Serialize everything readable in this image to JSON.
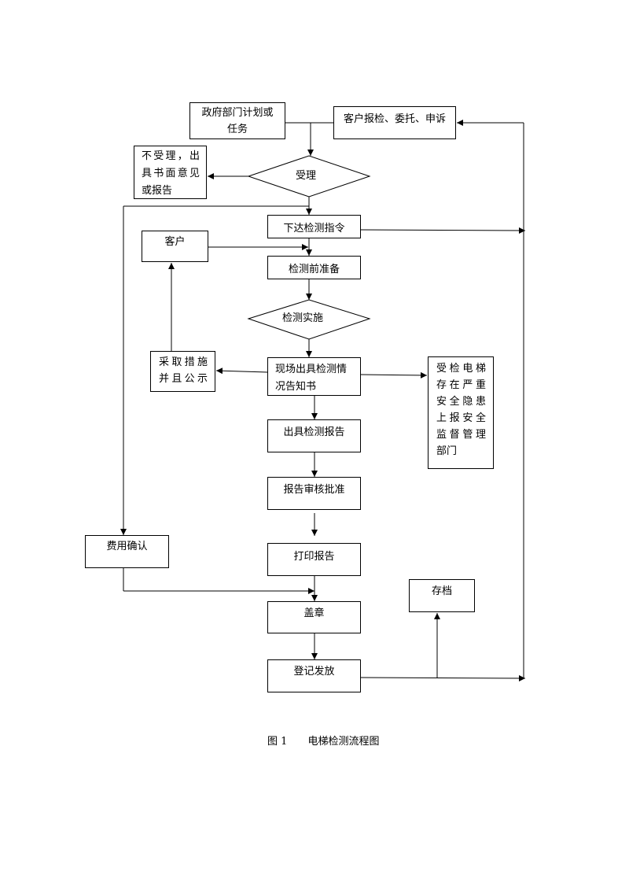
{
  "nodes": {
    "gov_plan": {
      "lines": [
        "政府部门计划或",
        "任务"
      ]
    },
    "customer_request": {
      "label": "客户报检、委托、申诉"
    },
    "reject": {
      "lines": [
        "不受理，出",
        "具书面意见",
        "或报告"
      ]
    },
    "accept": {
      "label": "受理"
    },
    "issue_order": {
      "label": "下达检测指令"
    },
    "customer": {
      "label": "客户"
    },
    "prep": {
      "label": "检测前准备"
    },
    "implement": {
      "label": "检测实施"
    },
    "measures": {
      "lines": [
        "采取措施",
        "并且公示"
      ]
    },
    "onsite_notice": {
      "lines": [
        "现场出具检测情",
        "况告知书"
      ]
    },
    "report_authority": {
      "lines": [
        "受检电梯",
        "存在严重",
        "安全隐患",
        "上报安全",
        "监督管理",
        "部门"
      ]
    },
    "issue_report": {
      "label": "出具检测报告"
    },
    "review": {
      "label": "报告审核批准"
    },
    "fee": {
      "label": "费用确认"
    },
    "print": {
      "label": "打印报告"
    },
    "archive": {
      "label": "存档"
    },
    "stamp": {
      "label": "盖章"
    },
    "register": {
      "label": "登记发放"
    }
  },
  "caption": {
    "number": "图 1",
    "title": "电梯检测流程图"
  }
}
